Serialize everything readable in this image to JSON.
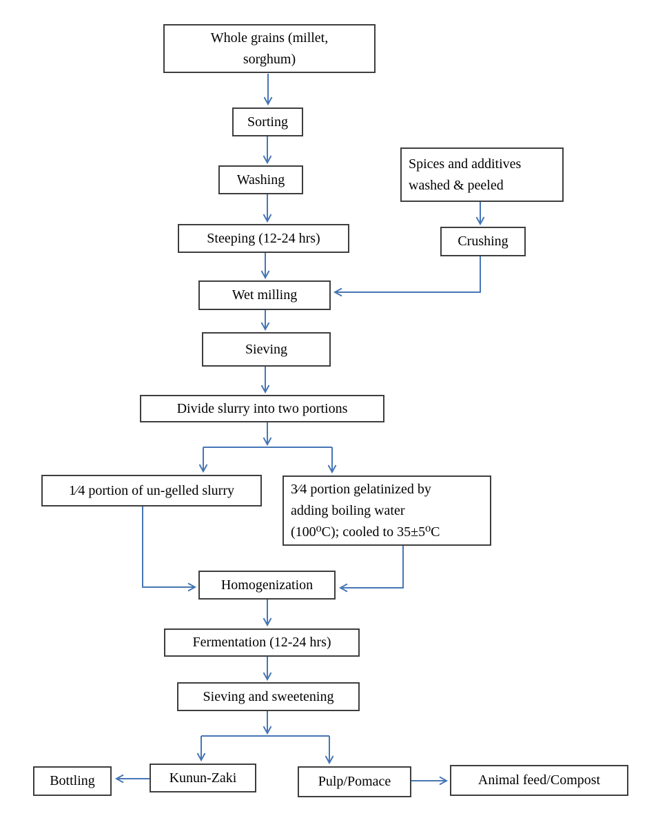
{
  "colors": {
    "arrow": "#4575b4",
    "border": "#3d3d3d",
    "node_fill": "#ffffff",
    "text": "#000000",
    "background": "#ffffff"
  },
  "flowchart": {
    "nodes": {
      "whole_grains": {
        "label": "Whole grains (millet,\nsorghum)"
      },
      "sorting": {
        "label": "Sorting"
      },
      "washing": {
        "label": "Washing"
      },
      "steeping": {
        "label": "Steeping (12-24 hrs)"
      },
      "spices": {
        "label": "Spices and additives\nwashed & peeled"
      },
      "crushing": {
        "label": "Crushing"
      },
      "wet_milling": {
        "label": "Wet milling"
      },
      "sieving": {
        "label": "Sieving"
      },
      "divide": {
        "label": "Divide slurry into two portions"
      },
      "quarter": {
        "label": "1⁄4 portion of un-gelled slurry"
      },
      "three_quarter": {
        "label": "3⁄4 portion gelatinized by\nadding boiling water\n(100⁰C); cooled to 35±5⁰C"
      },
      "homogenization": {
        "label": "Homogenization"
      },
      "fermentation": {
        "label": "Fermentation (12-24 hrs)"
      },
      "sieving_sweetening": {
        "label": "Sieving and sweetening"
      },
      "kunun_zaki": {
        "label": "Kunun-Zaki"
      },
      "bottling": {
        "label": "Bottling"
      },
      "pulp_pomace": {
        "label": "Pulp/Pomace"
      },
      "animal_feed": {
        "label": "Animal feed/Compost"
      }
    },
    "edges": [
      {
        "from": "whole_grains",
        "to": "sorting"
      },
      {
        "from": "sorting",
        "to": "washing"
      },
      {
        "from": "washing",
        "to": "steeping"
      },
      {
        "from": "steeping",
        "to": "wet_milling"
      },
      {
        "from": "spices",
        "to": "crushing"
      },
      {
        "from": "crushing",
        "to": "wet_milling"
      },
      {
        "from": "wet_milling",
        "to": "sieving"
      },
      {
        "from": "sieving",
        "to": "divide"
      },
      {
        "from": "divide",
        "to": "quarter"
      },
      {
        "from": "divide",
        "to": "three_quarter"
      },
      {
        "from": "quarter",
        "to": "homogenization"
      },
      {
        "from": "three_quarter",
        "to": "homogenization"
      },
      {
        "from": "homogenization",
        "to": "fermentation"
      },
      {
        "from": "fermentation",
        "to": "sieving_sweetening"
      },
      {
        "from": "sieving_sweetening",
        "to": "kunun_zaki"
      },
      {
        "from": "sieving_sweetening",
        "to": "pulp_pomace"
      },
      {
        "from": "kunun_zaki",
        "to": "bottling"
      },
      {
        "from": "pulp_pomace",
        "to": "animal_feed"
      }
    ]
  }
}
